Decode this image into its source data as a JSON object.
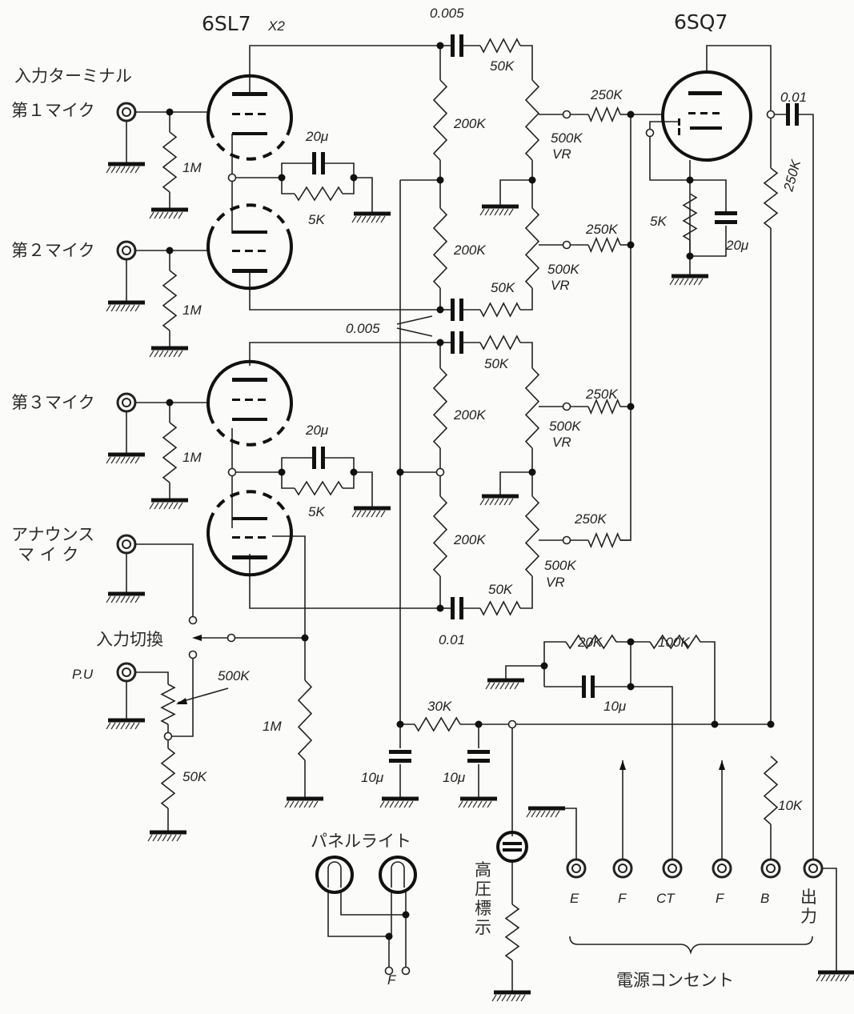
{
  "title": "Microphone mixer amplifier schematic",
  "tubes": {
    "input_tube": "6SL7",
    "input_tube_qty": "X2",
    "output_tube": "6SQ7"
  },
  "inputs": {
    "heading": "入力ターミナル",
    "mic1": "第１マイク",
    "mic2": "第２マイク",
    "mic3": "第３マイク",
    "announce_line1": "アナウンス",
    "announce_line2": "マ イ ク",
    "pickup": "P.U",
    "switch": "入力切換"
  },
  "components": {
    "r_grid": "1M",
    "r_grid_ann": "1M",
    "r_cathode": "5K",
    "c_cathode": "20μ",
    "c_coupling_top": "0.005",
    "c_coupling_mid": "0.005",
    "c_coupling_bot": "0.01",
    "r_plate": "200K",
    "r_series": "50K",
    "vr": "500K",
    "vr_suffix": "VR",
    "r_mix": "250K",
    "pu_vr": "500K",
    "pu_r": "50K",
    "out_r_cathode": "5K",
    "out_c_cathode": "20μ",
    "out_c_coupling": "0.01",
    "out_r_plate": "250K",
    "r_20k": "20K",
    "r_100k": "100K",
    "c_10u_fb": "10μ",
    "r_30k": "30K",
    "c_10u_a": "10μ",
    "c_10u_b": "10μ",
    "r_10k": "10K"
  },
  "panel": {
    "panel_light": "パネルライト",
    "heater": "F",
    "hv_indicator": "高圧標示",
    "power_outlet": "電源コンセント",
    "pins": [
      "E",
      "F",
      "CT",
      "F",
      "B"
    ],
    "output": "出力"
  }
}
